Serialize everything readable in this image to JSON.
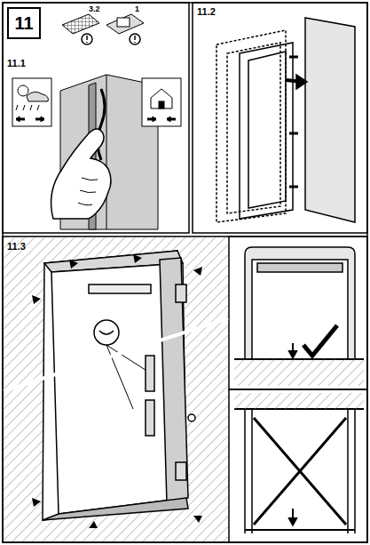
{
  "diagram": {
    "nodes": [
      {
        "text": [
          "11"
        ]
      }
    ],
    "labels": [
      "3.2",
      "1",
      "11.1",
      "11.2",
      "11.3"
    ]
  }
}
